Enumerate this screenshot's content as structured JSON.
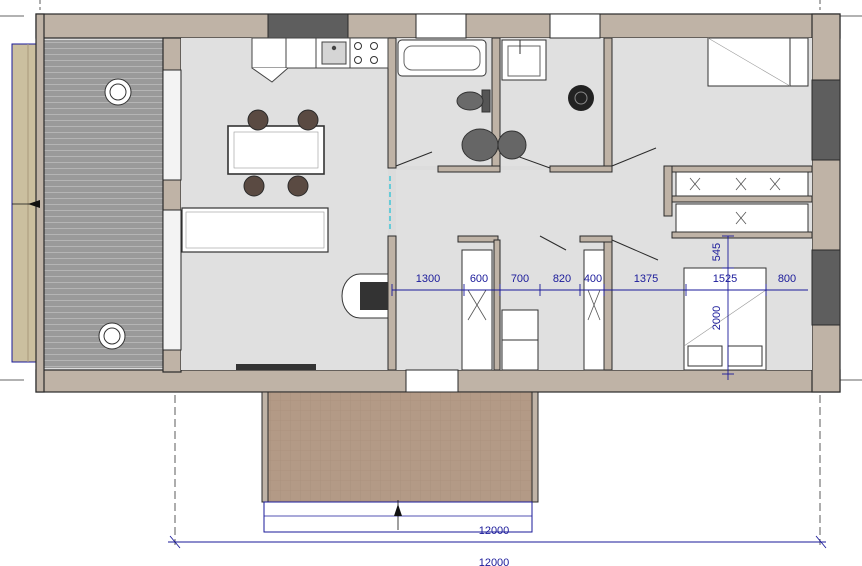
{
  "plan": {
    "colors": {
      "wall": "#bfb3a6",
      "wall_edge": "#2a2a2a",
      "floor": "#dcdcdc",
      "terrace_left": "#9a9a9a",
      "terrace_plank": "#c8c8c8",
      "porch": "#b39a86",
      "dimension": "#1a1a9a",
      "door_glass": "#36c4d6"
    },
    "interior_dimensions": [
      "1300",
      "600",
      "700",
      "820",
      "400",
      "1375",
      "1525",
      "800"
    ],
    "vertical_dimensions": [
      "545",
      "2000"
    ],
    "porch_dimension": "12000",
    "overall_dimension": "12000",
    "icons": [
      "stove-icon",
      "sink-icon",
      "toilet-icon",
      "shower-drain-icon",
      "fireplace-icon",
      "wardrobe-icon",
      "bed-icon",
      "sofa-icon",
      "table-icon",
      "chair-icon",
      "bathtub-icon",
      "washbasin-icon",
      "elevation-marker-icon"
    ]
  }
}
